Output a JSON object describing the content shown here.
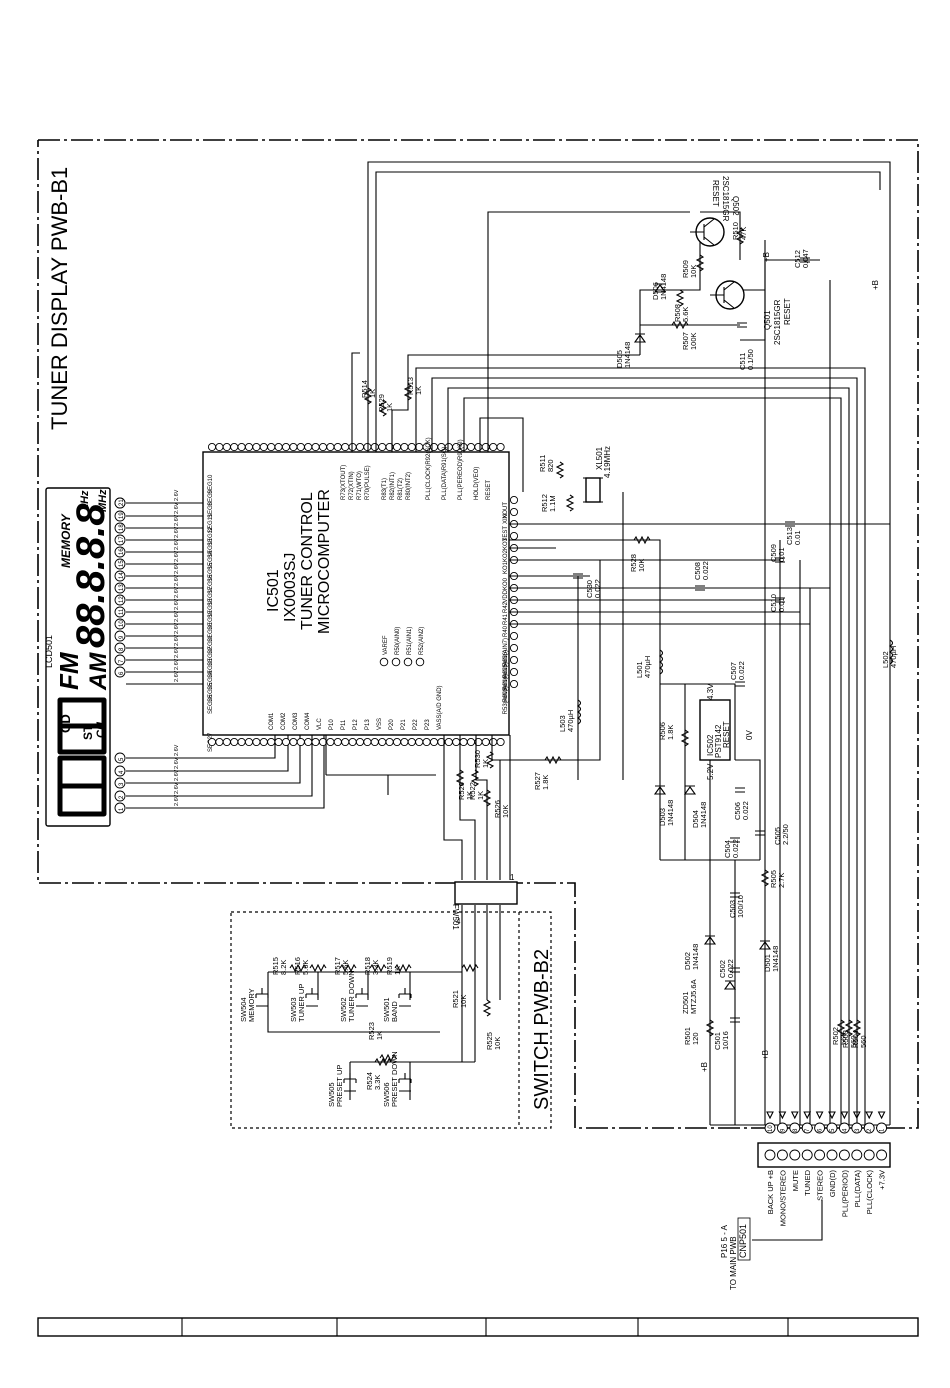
{
  "titles": {
    "tuner_display": "TUNER DISPLAY PWB-B1",
    "switch": "SWITCH PWB-B2"
  },
  "lcd": {
    "ref": "LCD501",
    "glyphs": "CD FM ST AM CH",
    "digits": "88.8.8.8",
    "memory": "MEMORY",
    "khz": "kHz",
    "mhz": "MHz",
    "pin_labels": [
      "1",
      "2",
      "3",
      "4",
      "5",
      "6",
      "7",
      "8",
      "9",
      "10",
      "11",
      "12",
      "13",
      "14",
      "15",
      "16",
      "17",
      "18",
      "19",
      "20",
      "21"
    ],
    "voltage": "2.6V"
  },
  "ic501": {
    "ref": "IC501",
    "part": "IX0003SJ",
    "line1": "TUNER CONTROL",
    "line2": "MICROCOMPUTER",
    "seg_pins": [
      "SEG10",
      "SEG9",
      "SEG8",
      "SEG11",
      "SEG12",
      "SEG13",
      "SEG14",
      "SEG15",
      "SEG16",
      "SEG17",
      "SEG18",
      "SEG19",
      "SEG20",
      "SEG21",
      "SEG22",
      "SEG23",
      "SEG24",
      "SEG25",
      "SEG26",
      "SEG27"
    ],
    "top_pins": [
      "R73(XTOUT)",
      "R72(XTIN)",
      "R71(WTO)",
      "R70(PULSE)",
      "R83(T1)",
      "R82(INT1)",
      "R81(T2)",
      "R80(INT2)",
      "PLL(CLOCK)R92(SCK)",
      "PLL(DATA)R91(SO)",
      "PLL(PEREOD)R90(SI)",
      "HOLD(VEO)",
      "RESET"
    ],
    "right_pins": [
      "XOUT",
      "XIN",
      "TEST",
      "KO3",
      "KO2",
      "KO1",
      "KO0",
      "VDD",
      "R42",
      "R41",
      "R40",
      "R63(AIN7)",
      "R62(AIN6)",
      "R61(AIN5)",
      "R60(AIN4)",
      "R53(AIN3)"
    ],
    "bottom_pins": [
      "COM1",
      "COM2",
      "COM3",
      "COM4",
      "VLC",
      "P10",
      "P11",
      "P12",
      "P13",
      "VSS",
      "P20",
      "P21",
      "P22",
      "P23",
      "VASS(A/D GND)"
    ],
    "inner_pins": [
      "VAREF",
      "R50(AIN0)",
      "R51(AIN1)",
      "R52(AIN2)"
    ]
  },
  "components": {
    "R514": {
      "ref": "R514",
      "val": "1K"
    },
    "R529": {
      "ref": "R529",
      "val": "1K"
    },
    "R513": {
      "ref": "R513",
      "val": "1K"
    },
    "R511": {
      "ref": "R511",
      "val": "820"
    },
    "R512": {
      "ref": "R512",
      "val": "1.1M"
    },
    "XL501": {
      "ref": "XL501",
      "val": "4.19MHz"
    },
    "C513": {
      "ref": "C513",
      "val": "0.01"
    },
    "R528": {
      "ref": "R528",
      "val": "10K"
    },
    "C530": {
      "ref": "C530",
      "val": "0.022"
    },
    "C508": {
      "ref": "C508",
      "val": "0.022"
    },
    "C509": {
      "ref": "C509",
      "val": "0.01"
    },
    "C510": {
      "ref": "C510",
      "val": "0.01"
    },
    "L501": {
      "ref": "L501",
      "val": "470µH"
    },
    "L502": {
      "ref": "L502",
      "val": "470µH"
    },
    "L503": {
      "ref": "L503",
      "val": "470µH"
    },
    "C507": {
      "ref": "C507",
      "val": "0.022"
    },
    "R506": {
      "ref": "R506",
      "val": "1.8K"
    },
    "IC502": {
      "ref": "IC502",
      "val": "PST9142",
      "sub": "RESET",
      "v1": "4.3V",
      "v2": "5.2V",
      "v3": "0V"
    },
    "R527": {
      "ref": "R527",
      "val": "1.8K"
    },
    "R530": {
      "ref": "R530",
      "val": "1K"
    },
    "R526": {
      "ref": "R526",
      "val": "10K"
    },
    "R520": {
      "ref": "R520",
      "val": "1K"
    },
    "R522": {
      "ref": "R522",
      "val": "1K"
    },
    "D503": {
      "ref": "D503",
      "val": "1N4148"
    },
    "D504": {
      "ref": "D504",
      "val": "1N4148"
    },
    "C506": {
      "ref": "C506",
      "val": "0.022"
    },
    "C504": {
      "ref": "C504",
      "val": "0.022"
    },
    "C505": {
      "ref": "C505",
      "val": "2.2/50"
    },
    "R505": {
      "ref": "R505",
      "val": "2.7K"
    },
    "C503": {
      "ref": "C503",
      "val": "100/10"
    },
    "D502": {
      "ref": "D502",
      "val": "1N4148"
    },
    "C502": {
      "ref": "C502",
      "val": "0.022"
    },
    "D501": {
      "ref": "D501",
      "val": "1N4148"
    },
    "ZD501": {
      "ref": "ZD501",
      "val": "MTZJ5.6A"
    },
    "R501": {
      "ref": "R501",
      "val": "120"
    },
    "C501": {
      "ref": "C501",
      "val": "10/16"
    },
    "R502": {
      "ref": "R502",
      "val": "560"
    },
    "R503": {
      "ref": "R503",
      "val": "560"
    },
    "R504": {
      "ref": "R504",
      "val": "560"
    },
    "D505": {
      "ref": "D505",
      "val": "1N4148"
    },
    "D506": {
      "ref": "D506",
      "val": "1N4148"
    },
    "R507": {
      "ref": "R507",
      "val": "100K"
    },
    "R508": {
      "ref": "R508",
      "val": "5.6K"
    },
    "R509": {
      "ref": "R509",
      "val": "10K"
    },
    "R510": {
      "ref": "R510",
      "val": "47K"
    },
    "C511": {
      "ref": "C511",
      "val": "0.1/50"
    },
    "C512": {
      "ref": "C512",
      "val": "0.047"
    },
    "Q501": {
      "ref": "Q501",
      "val": "2SC1815GR",
      "sub": "RESET"
    },
    "Q502": {
      "ref": "Q502",
      "val": "2SC1815GR",
      "sub": "RESET"
    },
    "R515": {
      "ref": "R515",
      "val": "8.2K"
    },
    "R516": {
      "ref": "R516",
      "val": "5.6K"
    },
    "R517": {
      "ref": "R517",
      "val": "5.6K"
    },
    "R518": {
      "ref": "R518",
      "val": "3.3K"
    },
    "R519": {
      "ref": "R519",
      "val": "1K"
    },
    "R521": {
      "ref": "R521",
      "val": "10K"
    },
    "R523": {
      "ref": "R523",
      "val": "1K"
    },
    "R524": {
      "ref": "R524",
      "val": "3.3K"
    },
    "R525": {
      "ref": "R525",
      "val": "10K"
    }
  },
  "switches": [
    {
      "ref": "SW504",
      "name": "MEMORY"
    },
    {
      "ref": "SW503",
      "name": "TUNER UP"
    },
    {
      "ref": "SW502",
      "name": "TUNER DOWN"
    },
    {
      "ref": "SW501",
      "name": "BAND"
    },
    {
      "ref": "SW505",
      "name": "PRESET UP"
    },
    {
      "ref": "SW506",
      "name": "PRESET DOWN"
    }
  ],
  "fw501": {
    "ref": "FW501",
    "pin1": "1",
    "pin4": "4"
  },
  "rail_labels": {
    "plus_b": "+B"
  },
  "connector": {
    "ref": "CNP501",
    "note1": "P16 5 - A",
    "note2": "TO MAIN PWB",
    "pins": [
      "10",
      "9",
      "8",
      "7",
      "6",
      "5",
      "4",
      "3",
      "2",
      "1"
    ],
    "signals": [
      "BACK UP +B",
      "MONO/STEREO",
      "MUTE",
      "TUNED",
      "STEREO",
      "GND(D)",
      "PLL(PERIOD)",
      "PLL(DATA)",
      "PLL(CLOCK)",
      "+7.3V"
    ]
  }
}
